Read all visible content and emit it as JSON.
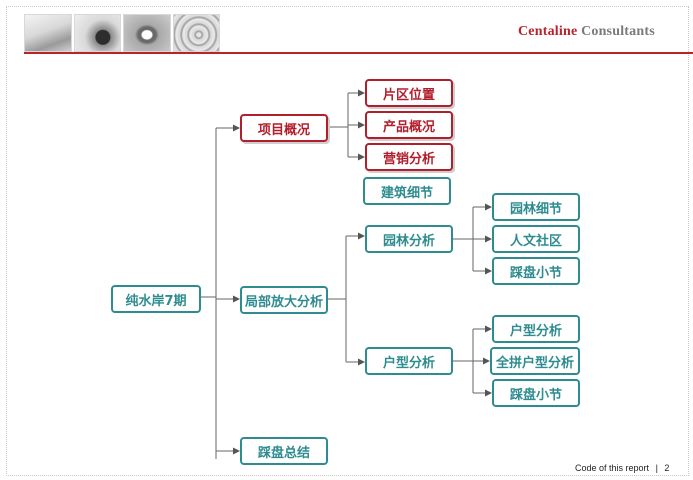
{
  "header": {
    "brand_primary": "Centaline",
    "brand_secondary": "Consultants",
    "photos": [
      "landscape-photo",
      "pebble-photo",
      "stones-photo",
      "ripple-photo"
    ]
  },
  "diagram": {
    "root": "纯水岸7期",
    "project_overview": "项目概况",
    "location": "片区位置",
    "product_overview": "产品概况",
    "marketing_analysis": "营销分析",
    "building_details": "建筑细节",
    "zoom_in_analysis": "局部放大分析",
    "garden_analysis": "园林分析",
    "garden_details": "园林细节",
    "humanistic_community": "人文社区",
    "site_visit_summary_a": "踩盘小节",
    "unit_analysis": "户型分析",
    "unit_type_analysis": "户型分析",
    "full_unit_analysis": "全拼户型分析",
    "site_visit_summary_b": "踩盘小节",
    "site_visit_conclusion": "踩盘总结"
  },
  "footer": {
    "code_text": "Code of this report",
    "separator": "|",
    "page_number": "2"
  },
  "colors": {
    "accent_red": "#b21f2c",
    "teal": "#2e8c90",
    "connector": "#666666"
  }
}
